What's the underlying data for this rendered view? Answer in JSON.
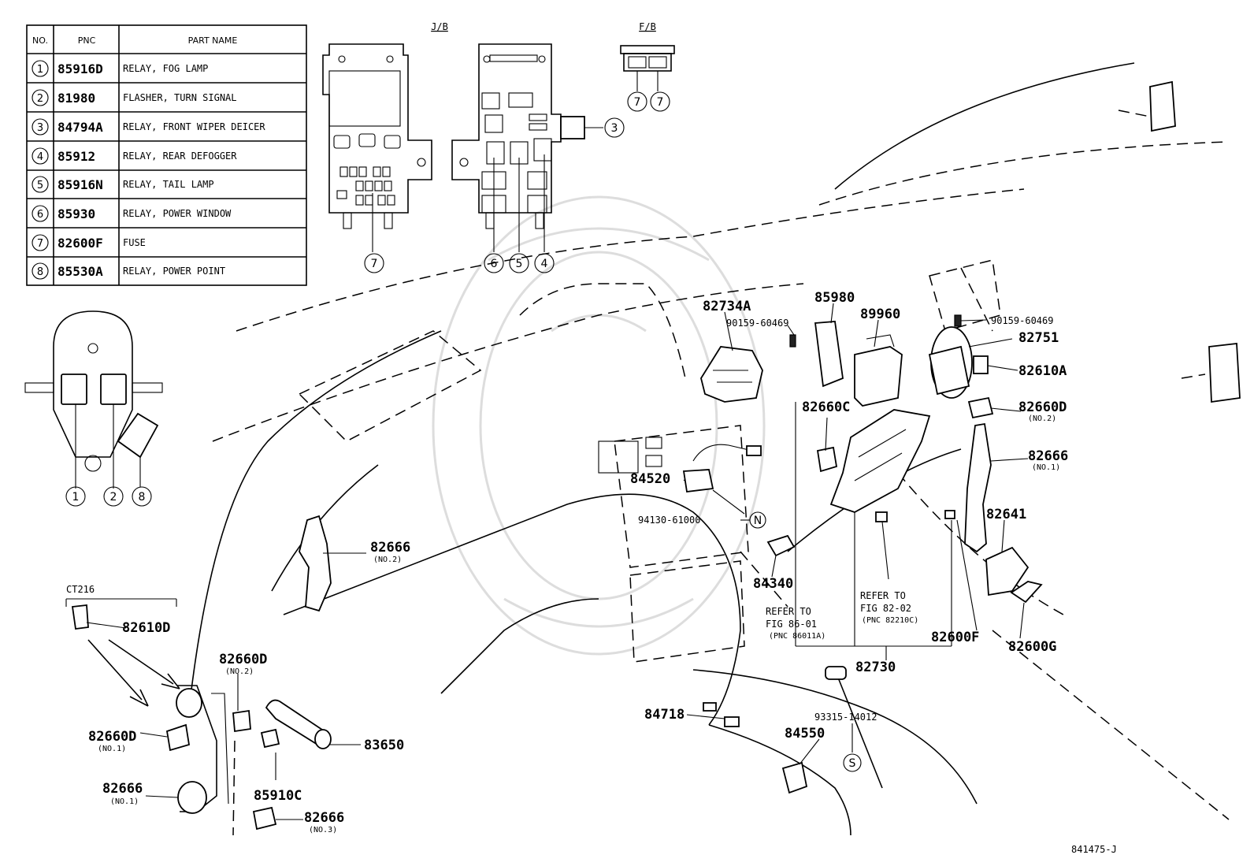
{
  "table": {
    "headers": {
      "no": "NO.",
      "pnc": "PNC",
      "part_name": "PART NAME"
    },
    "rows": [
      {
        "no": "1",
        "pnc": "85916D",
        "name": "RELAY, FOG LAMP"
      },
      {
        "no": "2",
        "pnc": "81980",
        "name": "FLASHER, TURN SIGNAL"
      },
      {
        "no": "3",
        "pnc": "84794A",
        "name": "RELAY, FRONT WIPER DEICER"
      },
      {
        "no": "4",
        "pnc": "85912",
        "name": "RELAY, REAR DEFOGGER"
      },
      {
        "no": "5",
        "pnc": "85916N",
        "name": "RELAY, TAIL LAMP"
      },
      {
        "no": "6",
        "pnc": "85930",
        "name": "RELAY, POWER WINDOW"
      },
      {
        "no": "7",
        "pnc": "82600F",
        "name": "FUSE"
      },
      {
        "no": "8",
        "pnc": "85530A",
        "name": "RELAY, POWER POINT"
      }
    ]
  },
  "boxes": {
    "jb": "J/B",
    "fb": "F/B",
    "ct": "CT216"
  },
  "callouts": {
    "c1": "1",
    "c2": "2",
    "c3": "3",
    "c4": "4",
    "c5": "5",
    "c6": "6",
    "c7a": "7",
    "c7b": "7",
    "c7c": "7",
    "c8": "8",
    "cN": "N",
    "cS": "S"
  },
  "parts": {
    "p82734A": "82734A",
    "p90159_a": "90159-60469",
    "p85980": "85980",
    "p89960": "89960",
    "p90159_b": "90159-60469",
    "p82751": "82751",
    "p82610A": "82610A",
    "p82660D_r": "82660D",
    "p82660D_r_sub": "(NO.2)",
    "p82660C": "82660C",
    "p82666_r": "82666",
    "p82666_r_sub": "(NO.1)",
    "p84520": "84520",
    "p94130": "94130-61000",
    "p82641": "82641",
    "p82666_m": "82666",
    "p82666_m_sub": "(NO.2)",
    "p84340": "84340",
    "p82610D": "82610D",
    "p82660D_l": "82660D",
    "p82660D_l_sub": "(NO.2)",
    "p82660D_n1": "82660D",
    "p82660D_n1_sub": "(NO.1)",
    "p83650": "83650",
    "p82666_n1": "82666",
    "p82666_n1_sub": "(NO.1)",
    "p85910C": "85910C",
    "p82666_n3": "82666",
    "p82666_n3_sub": "(NO.3)",
    "p84718": "84718",
    "p93315": "93315-14012",
    "p84550": "84550",
    "p82730": "82730",
    "p82600F": "82600F",
    "p82600G": "82600G"
  },
  "notes": {
    "refer1_l1": "REFER TO",
    "refer1_l2": "FIG 86-01",
    "refer1_l3": "(PNC 86011A)",
    "refer2_l1": "REFER TO",
    "refer2_l2": "FIG 82-02",
    "refer2_l3": "(PNC 82210C)"
  },
  "figure_id": "841475-J"
}
